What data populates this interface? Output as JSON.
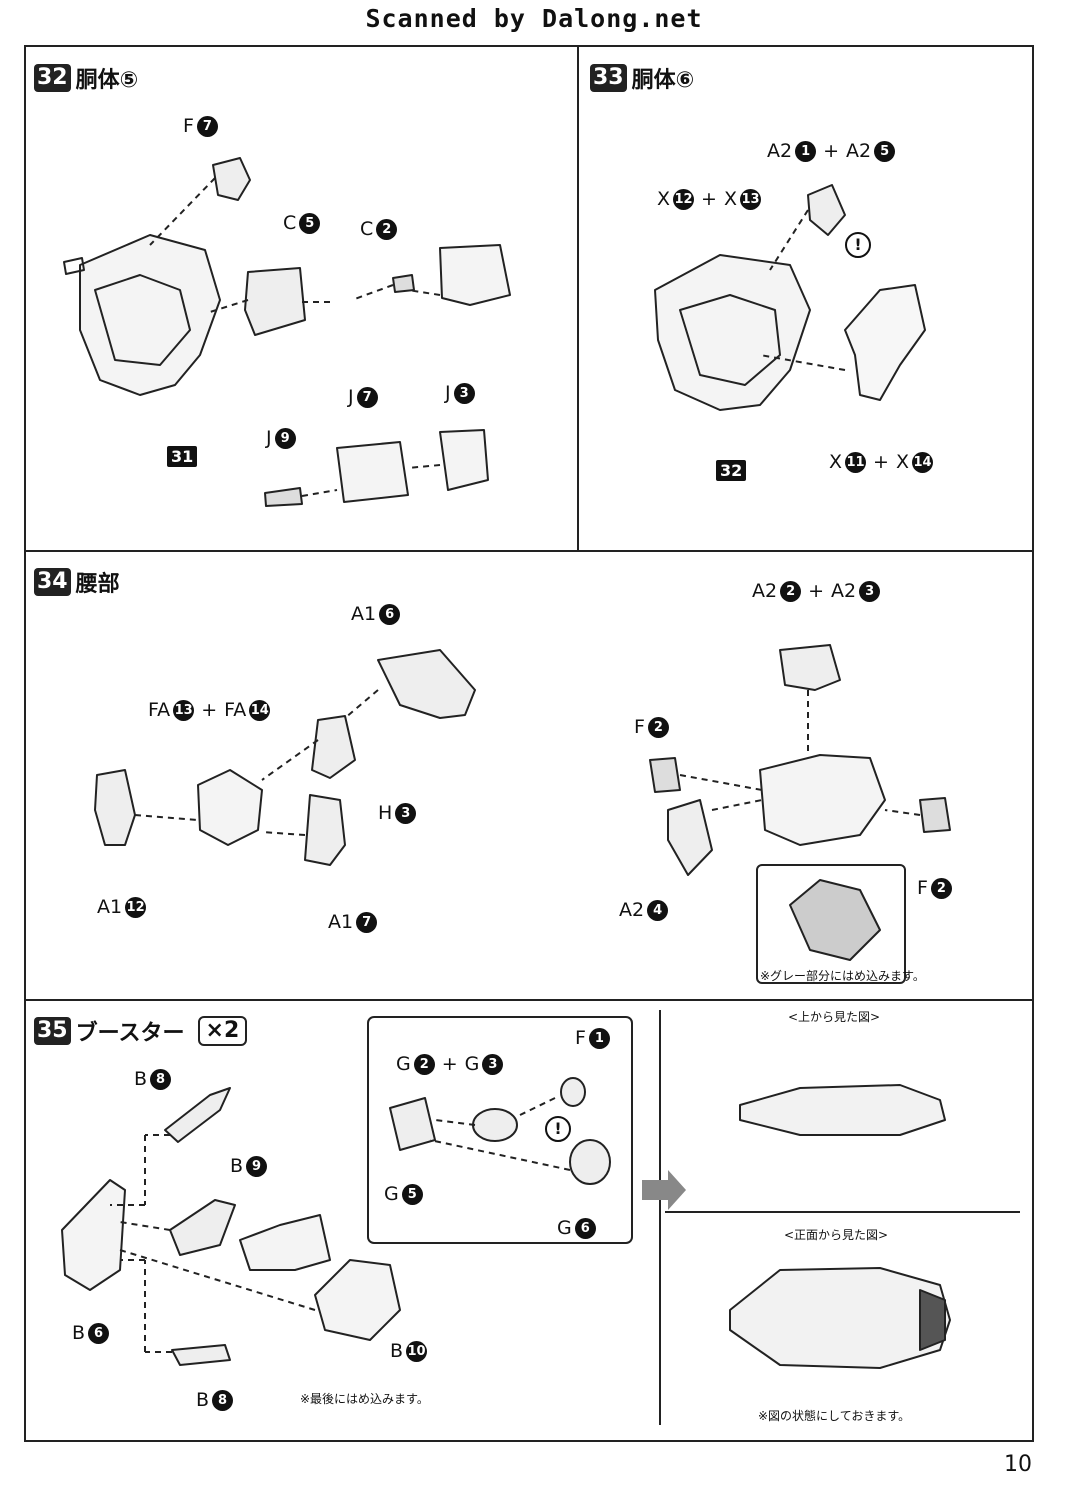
{
  "header": {
    "scan_credit": "Scanned by Dalong.net"
  },
  "steps": [
    {
      "num": "32",
      "title": "胴体⑤"
    },
    {
      "num": "33",
      "title": "胴体⑥"
    },
    {
      "num": "34",
      "title": "腰部"
    },
    {
      "num": "35",
      "title": "ブースター",
      "multiplier": "×2"
    }
  ],
  "refs": {
    "r31": "31",
    "r32": "32"
  },
  "labels": {
    "s32_F7": {
      "p": "F",
      "n": "7"
    },
    "s32_C5": {
      "p": "C",
      "n": "5"
    },
    "s32_C2": {
      "p": "C",
      "n": "2"
    },
    "s32_J7": {
      "p": "J",
      "n": "7"
    },
    "s32_J3": {
      "p": "J",
      "n": "3"
    },
    "s32_J9": {
      "p": "J",
      "n": "9"
    },
    "s33_A2": {
      "p1": "A2",
      "n1": "1",
      "p2": "A2",
      "n2": "5"
    },
    "s33_X12": {
      "p1": "X",
      "n1": "12",
      "p2": "X",
      "n2": "13"
    },
    "s33_X11": {
      "p1": "X",
      "n1": "11",
      "p2": "X",
      "n2": "14"
    },
    "s34_A1_6": {
      "p": "A1",
      "n": "6"
    },
    "s34_FA": {
      "p1": "FA",
      "n1": "13",
      "p2": "FA",
      "n2": "14"
    },
    "s34_H3": {
      "p": "H",
      "n": "3"
    },
    "s34_A1_12": {
      "p": "A1",
      "n": "12"
    },
    "s34_A1_7": {
      "p": "A1",
      "n": "7"
    },
    "s34_A2_23": {
      "p1": "A2",
      "n1": "2",
      "p2": "A2",
      "n2": "3"
    },
    "s34_F2a": {
      "p": "F",
      "n": "2"
    },
    "s34_A2_4": {
      "p": "A2",
      "n": "4"
    },
    "s34_F2b": {
      "p": "F",
      "n": "2"
    },
    "s35_B8a": {
      "p": "B",
      "n": "8"
    },
    "s35_B9": {
      "p": "B",
      "n": "9"
    },
    "s35_B6": {
      "p": "B",
      "n": "6"
    },
    "s35_B8b": {
      "p": "B",
      "n": "8"
    },
    "s35_B10": {
      "p": "B",
      "n": "10"
    },
    "s35_F1": {
      "p": "F",
      "n": "1"
    },
    "s35_G23": {
      "p1": "G",
      "n1": "2",
      "p2": "G",
      "n2": "3"
    },
    "s35_G5": {
      "p": "G",
      "n": "5"
    },
    "s35_G6": {
      "p": "G",
      "n": "6"
    }
  },
  "notes": {
    "gray_part": "※グレー部分にはめ込みます。",
    "last_fit": "※最後にはめ込みます。",
    "keep_state": "※図の状態にしておきます。",
    "top_view": "<上から見た図>",
    "front_view": "<正面から見た図>"
  },
  "page_number": "10"
}
